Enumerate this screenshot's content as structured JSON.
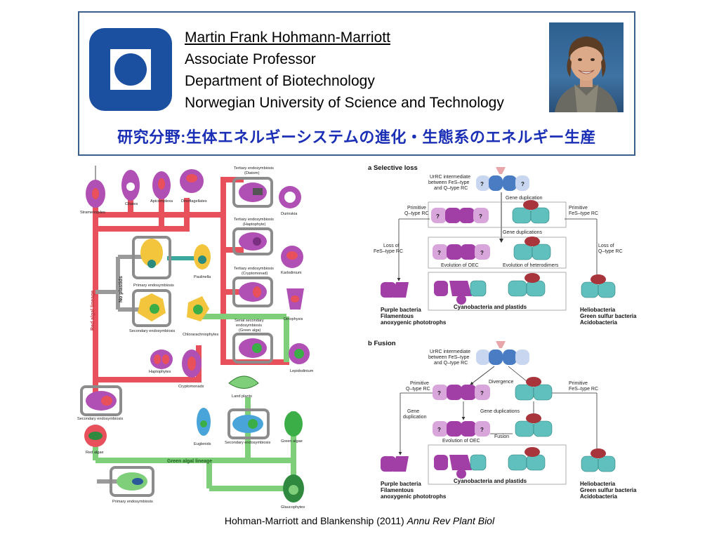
{
  "header": {
    "name": "Martin Frank Hohmann-Marriott",
    "position": "Associate Professor",
    "department": "Department of Biotechnology",
    "institution": "Norwegian University of Science and Technology",
    "research_field": "研究分野:生体エネルギーシステムの進化・生態系のエネルギー生産",
    "logo_color": "#1b4fa0"
  },
  "tree": {
    "red_lineage": "Red algal lineage",
    "green_lineage": "Green algal lineage",
    "no_plastids": "No plastids",
    "colors": {
      "red": "#e8505b",
      "green": "#7fcf7a",
      "gray": "#999999",
      "teal": "#3aa89c"
    },
    "labels": {
      "stramenopiles": "Stramenopiles",
      "ciliates": "Ciliates",
      "apicomplexa": "Apicomplexa",
      "dinoflagellates": "Dinoflagellates",
      "tertiary_diatom_1": "Tertiary endosymbiosis",
      "tertiary_diatom_2": "(Diatom)",
      "durinskia": "Durinskia",
      "tertiary_hapto_1": "Tertiary endosymbiosis",
      "tertiary_hapto_2": "(Haptophyte)",
      "karlodinium": "Karlodinium",
      "paulinella": "Paulinella",
      "primary_endo": "Primary endosymbiosis",
      "tertiary_crypto_1": "Tertiary endosymbiosis",
      "tertiary_crypto_2": "(Cryptomonad)",
      "dinophysis": "Dinophysis",
      "chlorarachniophytes": "Chlorarachniophytes",
      "secondary_endo": "Secondary endosymbiosis",
      "serial_1": "Serial secondary",
      "serial_2": "endosymbiosis",
      "serial_3": "(Green alga)",
      "lepidodinium": "Lepidodinium",
      "haptophytes": "Haptophytes",
      "cryptomonads": "Cryptomonads",
      "land_plants": "Land plants",
      "secondary_endo_2": "Secondary endosymbiosis",
      "red_algae": "Red algae",
      "euglenids": "Euglenids",
      "secondary_endo_3": "Secondary endosymbiosis",
      "green_algae": "Green algae",
      "primary_endo_2": "Primary endosymbiosis",
      "glaucophytes": "Glaucophytes"
    }
  },
  "scheme": {
    "panel_a": {
      "letter": "a",
      "title": "Selective loss",
      "urrc_1": "UrRC intermediate",
      "urrc_2": "between FeS–type",
      "urrc_3": "and Q–type RC",
      "gene_dup": "Gene duplication",
      "prim_q_1": "Primitive",
      "prim_q_2": "Q–type RC",
      "prim_fes_1": "Primitive",
      "prim_fes_2": "FeS–type RC",
      "gene_dups": "Gene duplications",
      "loss_fes_1": "Loss of",
      "loss_fes_2": "FeS–type RC",
      "loss_q_1": "Loss of",
      "loss_q_2": "Q–type RC",
      "oec": "Evolution of OEC",
      "heterodimers": "Evolution of heterodimers",
      "purple_1": "Purple bacteria",
      "purple_2": "Filamentous",
      "purple_3": "anoxygenic phototrophs",
      "cyano": "Cyanobacteria and plastids",
      "helio_1": "Heliobacteria",
      "helio_2": "Green sulfur bacteria",
      "helio_3": "Acidobacteria"
    },
    "panel_b": {
      "letter": "b",
      "title": "Fusion",
      "urrc_1": "UrRC intermediate",
      "urrc_2": "between FeS–type",
      "urrc_3": "and Q–type RC",
      "divergence": "Divergence",
      "prim_q_1": "Primitive",
      "prim_q_2": "Q–type RC",
      "prim_fes_1": "Primitive",
      "prim_fes_2": "FeS–type RC",
      "gene_dup_1": "Gene",
      "gene_dup_2": "duplication",
      "gene_dups": "Gene duplications",
      "fusion": "Fusion",
      "oec": "Evolution of OEC",
      "purple_1": "Purple bacteria",
      "purple_2": "Filamentous",
      "purple_3": "anoxygenic phototrophs",
      "cyano": "Cyanobacteria and plastids",
      "helio_1": "Heliobacteria",
      "helio_2": "Green sulfur bacteria",
      "helio_3": "Acidobacteria"
    },
    "unknown_mark": "?",
    "colors": {
      "purple": "#a23fa6",
      "light_purple": "#d9a6db",
      "teal": "#5fc0bd",
      "blue": "#4a7cc4",
      "red": "#a8343c",
      "pink": "#e7a6a9"
    }
  },
  "citation": {
    "text": "Hohman-Marriott and Blankenship (2011) ",
    "journal": "Annu Rev Plant Biol"
  }
}
